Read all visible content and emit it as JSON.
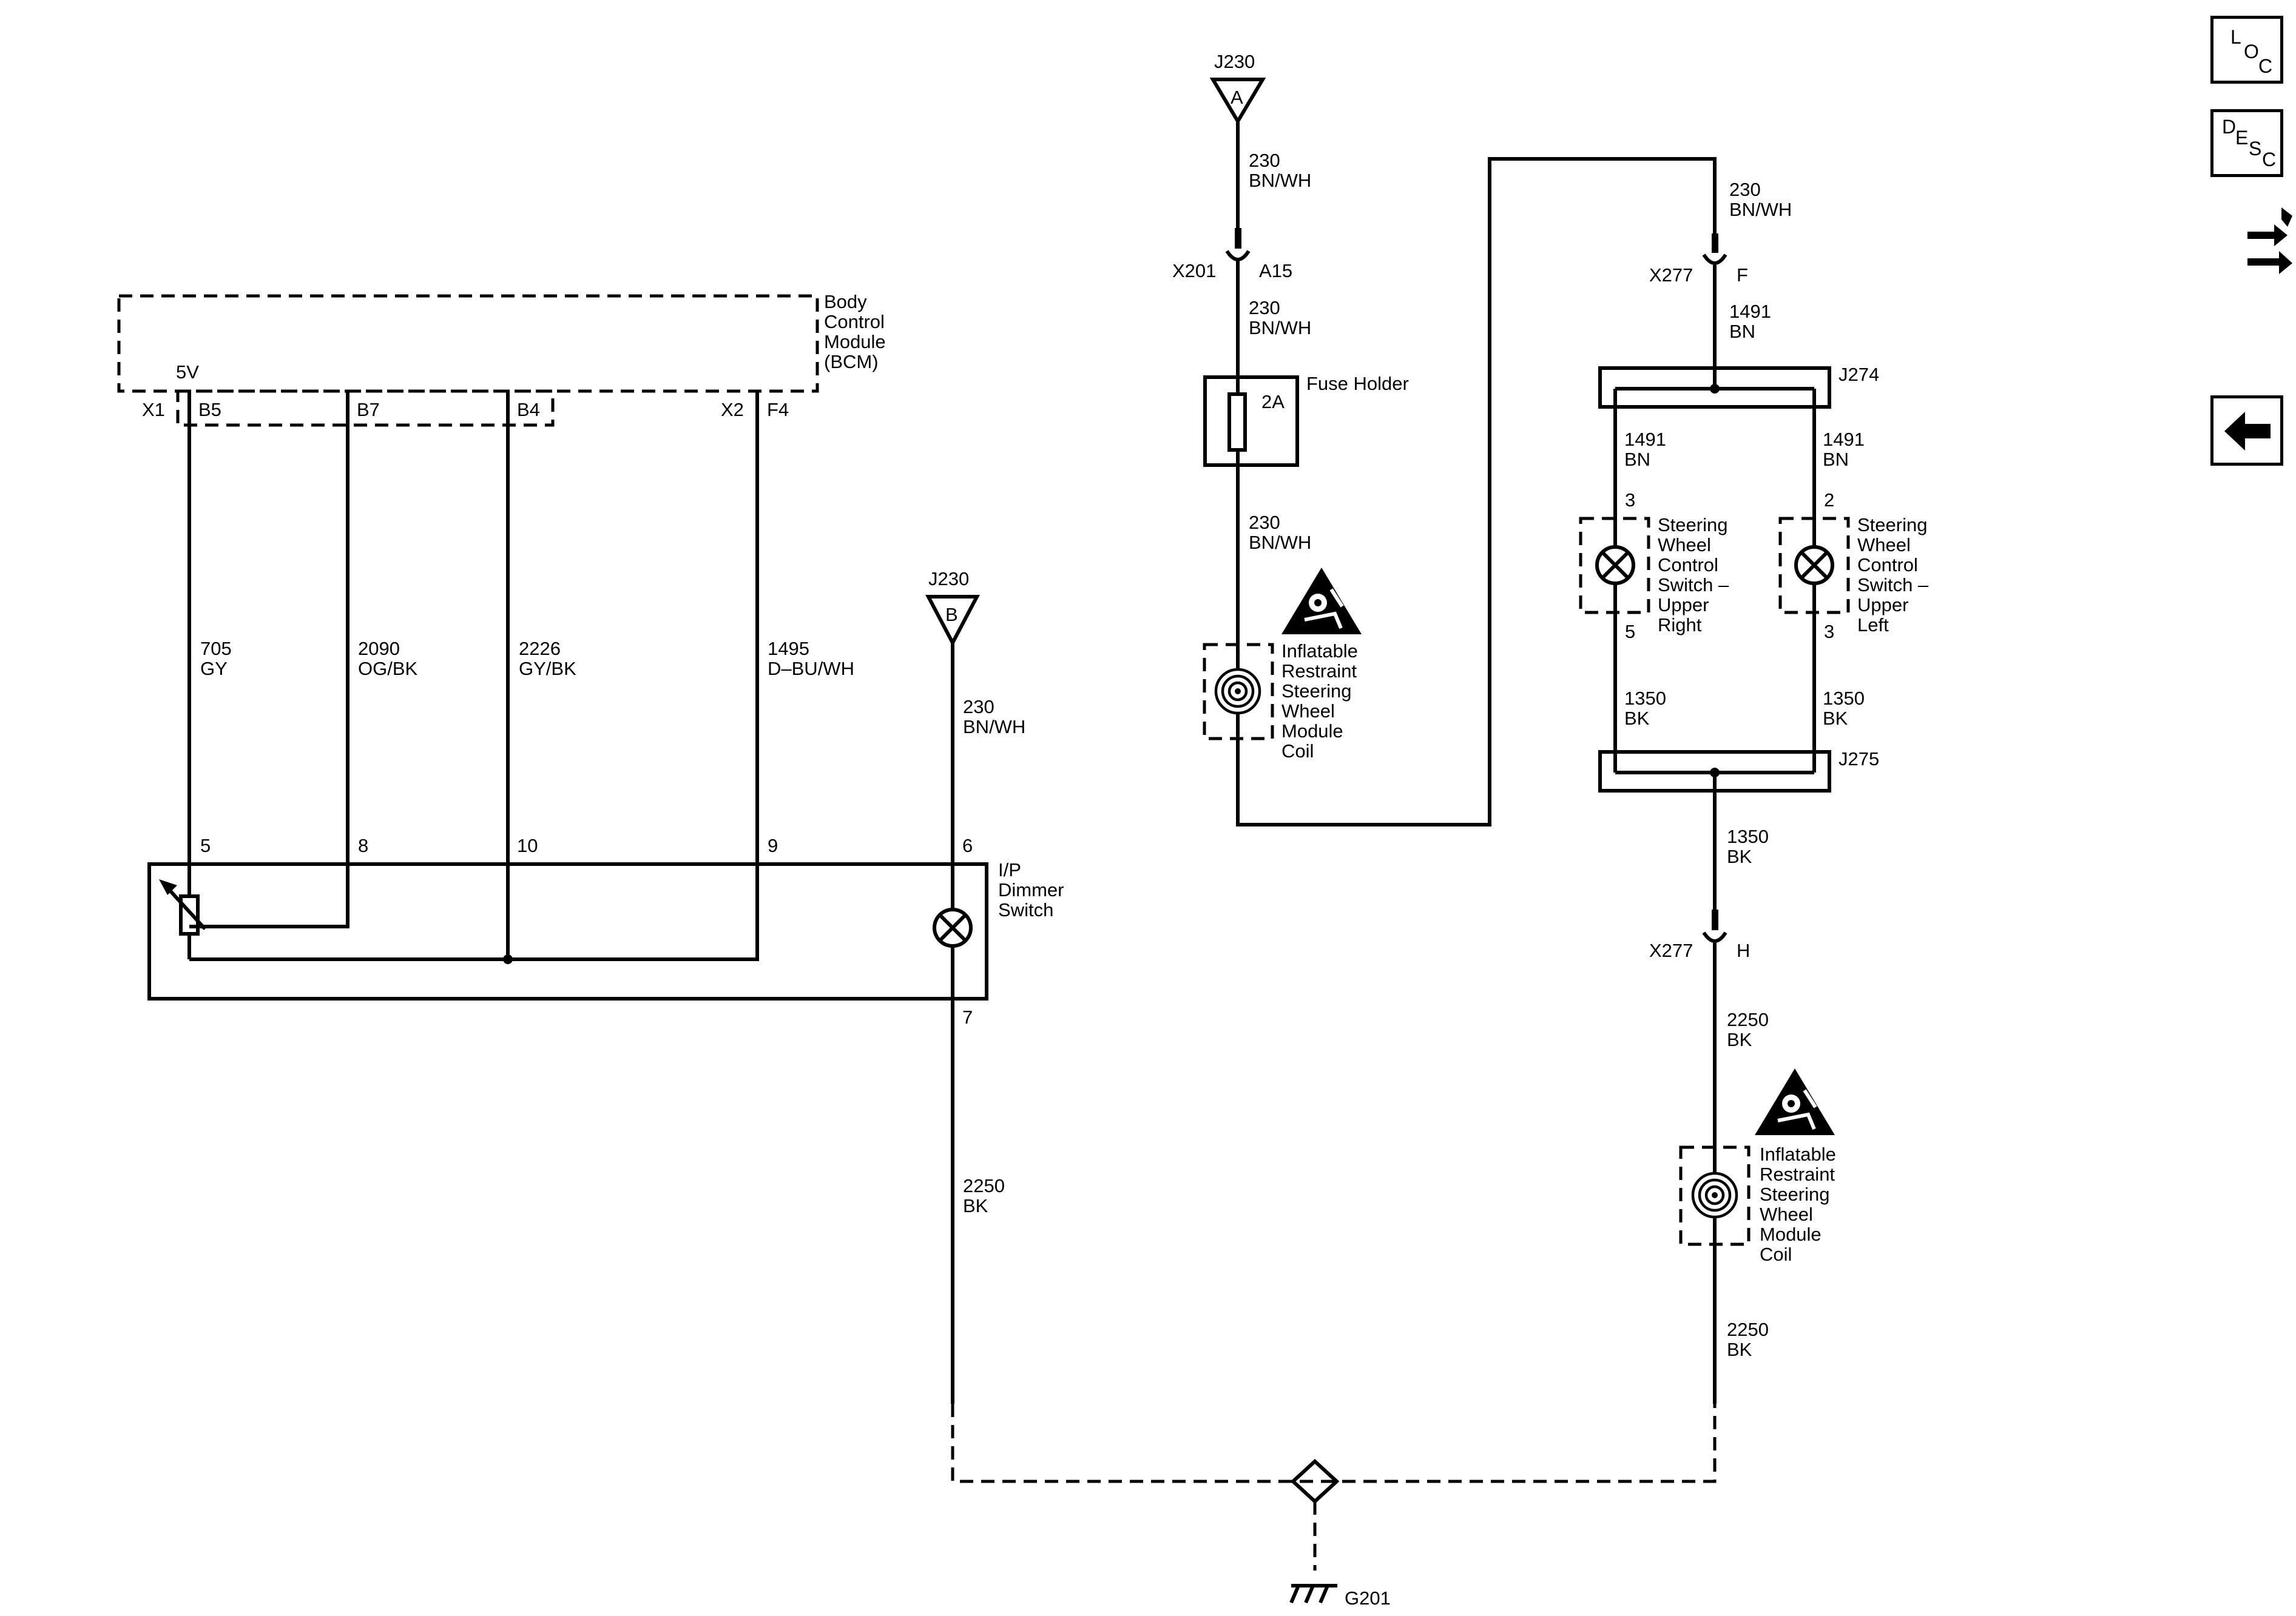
{
  "bcm": {
    "name_lines": [
      "Body",
      "Control",
      "Module",
      "(BCM)"
    ],
    "conn_x1": "X1",
    "conn_x2": "X2",
    "pin_b5": "B5",
    "pin_b7": "B7",
    "pin_b4": "B4",
    "pin_f4": "F4",
    "ref_5v": "5V"
  },
  "wires": {
    "w705": [
      "705",
      "GY"
    ],
    "w2090": [
      "2090",
      "OG/BK"
    ],
    "w2226": [
      "2226",
      "GY/BK"
    ],
    "w1495": [
      "1495",
      "D–BU/WH"
    ],
    "w230_b": [
      "230",
      "BN/WH"
    ],
    "w230_a_top": [
      "230",
      "BN/WH"
    ],
    "w230_a_mid": [
      "230",
      "BN/WH"
    ],
    "w230_a_low": [
      "230",
      "BN/WH"
    ],
    "w230_right": [
      "230",
      "BN/WH"
    ],
    "w1491_top": [
      "1491",
      "BN"
    ],
    "w1491_left": [
      "1491",
      "BN"
    ],
    "w1491_right": [
      "1491",
      "BN"
    ],
    "w1350_left": [
      "1350",
      "BK"
    ],
    "w1350_right": [
      "1350",
      "BK"
    ],
    "w1350_low": [
      "1350",
      "BK"
    ],
    "w2250_x277": [
      "2250",
      "BK"
    ],
    "w2250_coil": [
      "2250",
      "BK"
    ],
    "w2250_left": [
      "2250",
      "BK"
    ]
  },
  "dimmer": {
    "name_lines": [
      "I/P",
      "Dimmer",
      "Switch"
    ],
    "pin5": "5",
    "pin8": "8",
    "pin10": "10",
    "pin9": "9",
    "pin6": "6",
    "pin7": "7"
  },
  "j230_b": {
    "label": "J230",
    "letter": "B"
  },
  "j230_a": {
    "label": "J230",
    "letter": "A"
  },
  "x201": {
    "label": "X201",
    "pin": "A15"
  },
  "fuse": {
    "label": "Fuse Holder",
    "rating": "2A"
  },
  "coil": {
    "name_lines": [
      "Inflatable",
      "Restraint",
      "Steering",
      "Wheel",
      "Module",
      "Coil"
    ]
  },
  "x277": {
    "label": "X277",
    "pin_f": "F",
    "pin_h": "H"
  },
  "splices": {
    "j274": "J274",
    "j275": "J275"
  },
  "sw_right": {
    "name_lines": [
      "Steering",
      "Wheel",
      "Control",
      "Switch –",
      "Upper",
      "Right"
    ],
    "pin_top": "3",
    "pin_bottom": "5"
  },
  "sw_left": {
    "name_lines": [
      "Steering",
      "Wheel",
      "Control",
      "Switch –",
      "Upper",
      "Left"
    ],
    "pin_top": "2",
    "pin_bottom": "3"
  },
  "ground": {
    "label": "G201"
  },
  "nav": {
    "loc_letters": [
      "L",
      "O",
      "C"
    ],
    "desc_letters": [
      "D",
      "E",
      "S",
      "C"
    ],
    "back_icon": "left-arrow-icon",
    "connector_icon": "connector-tool-icon"
  }
}
